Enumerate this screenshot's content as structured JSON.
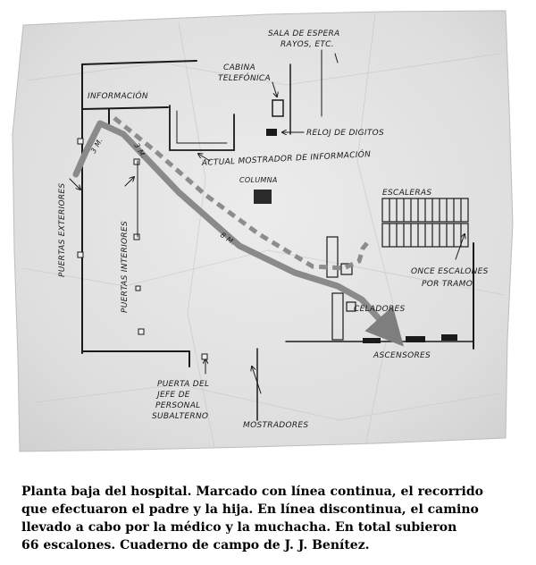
{
  "labels": {
    "sala_espera_1": "SALA DE ESPERA",
    "sala_espera_2": "RAYOS, ETC.",
    "cabina_1": "CABINA",
    "cabina_2": "TELEFÓNICA",
    "informacion": "INFORMACIÓN",
    "reloj": "RELOJ DE DIGITOS",
    "mostrador_info": "ACTUAL MOSTRADOR DE INFORMACIÓN",
    "columna": "COLUMNA",
    "escaleras": "ESCALERAS",
    "once_1": "ONCE ESCALONES",
    "once_2": "POR TRAMO",
    "celadores": "CELADORES",
    "ascensores": "ASCENSORES",
    "puertas_exteriores": "PUERTAS EXTERIORES",
    "puertas_interiores": "PUERTAS INTERIORES",
    "dist_3m_a": "3 M.",
    "dist_3m_b": "3 M.",
    "dist_8m": "8 M.",
    "jefe_1": "PUERTA DEL",
    "jefe_2": "JEFE DE",
    "jefe_3": "PERSONAL",
    "jefe_4": "SUBALTERNO",
    "mostradores": "MOSTRADORES"
  },
  "caption": {
    "line1": "Planta baja del hospital. Marcado con línea continua, el recorrido",
    "line2": "que efectuaron el padre y la hija. En línea discontinua, el camino",
    "line3": "llevado a cabo por la médico y la muchacha. En total subieron",
    "line4": "66 escalones. Cuaderno de campo de J. J. Benítez."
  },
  "colors": {
    "paper": "#e4e4e4",
    "ink": "#1a1a1a",
    "path_solid": "#8a8a8a",
    "path_dashed": "#8c8c8c"
  }
}
